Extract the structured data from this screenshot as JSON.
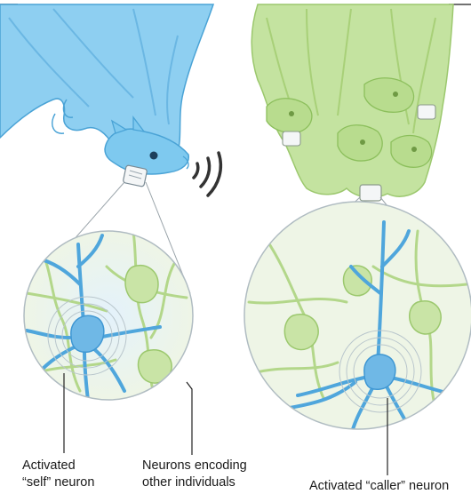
{
  "labels": {
    "self_line1": "Activated",
    "self_line2": "“self” neuron",
    "other_line1": "Neurons encoding",
    "other_line2": "other individuals",
    "caller": "Activated “caller” neuron"
  },
  "colors": {
    "self_bat": "#7ec9ef",
    "self_bat_dark": "#4aa3d6",
    "other_bats": "#b8dc8e",
    "other_bats_dark": "#8cbf5c",
    "neuron_blue": "#3f97d3",
    "neuron_green": "#a9d17c",
    "lens_bg": "#eef5e6",
    "callout_line": "#222222"
  },
  "icons": {
    "sound_waves": "sound-waves-icon",
    "recording_device": "neural-logger-icon"
  }
}
